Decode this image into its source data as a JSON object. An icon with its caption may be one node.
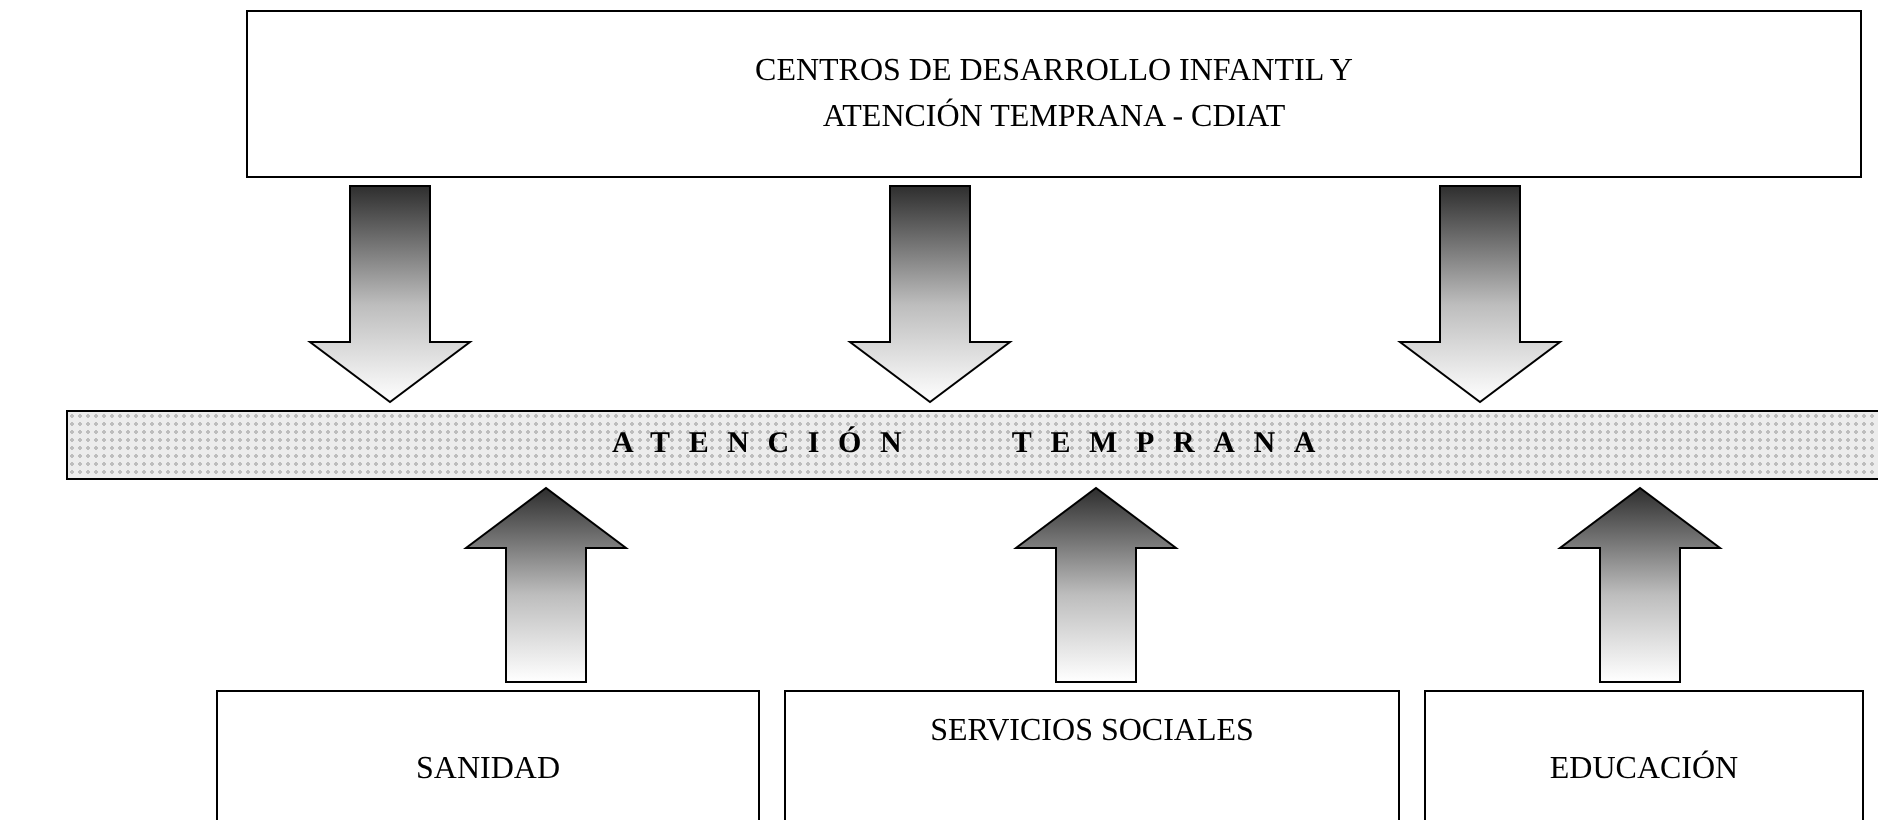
{
  "diagram": {
    "nodes": [
      {
        "text": [
          "CENTROS DE DESARROLLO INFANTIL Y ATENCIÓN TEMPRANA - CDIAT"
        ]
      },
      {
        "text": [
          "ATENCIÓN TEMPRANA"
        ]
      },
      {
        "text": [
          "SANIDAD"
        ]
      },
      {
        "text": [
          "SERVICIOS SOCIALES"
        ]
      },
      {
        "text": [
          "EDUCACIÓN"
        ]
      }
    ],
    "edges": [
      {
        "from": 0,
        "to": 1,
        "arrow": "to"
      },
      {
        "from": 0,
        "to": 1,
        "arrow": "to"
      },
      {
        "from": 0,
        "to": 1,
        "arrow": "to"
      },
      {
        "from": 2,
        "to": 1,
        "arrow": "to"
      },
      {
        "from": 3,
        "to": 1,
        "arrow": "to"
      },
      {
        "from": 4,
        "to": 1,
        "arrow": "to"
      }
    ]
  }
}
